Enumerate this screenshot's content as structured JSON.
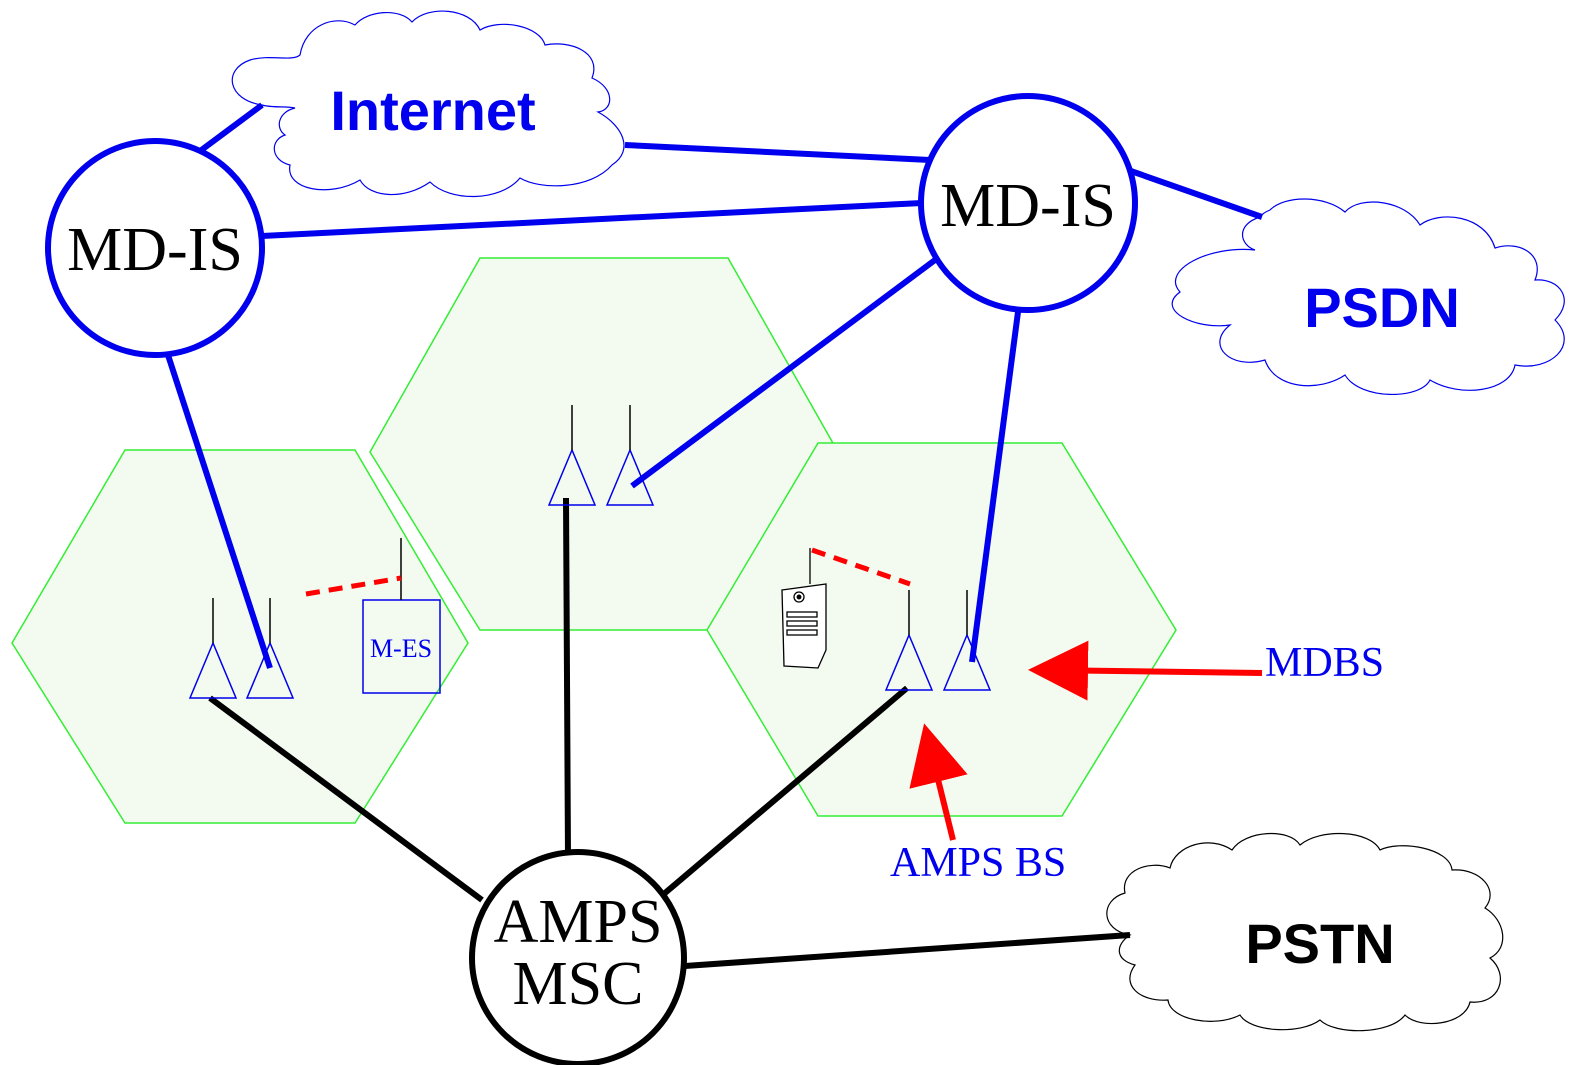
{
  "colors": {
    "blue": "#0000ee",
    "black": "#000000",
    "red": "#ff0000",
    "green": "#33ee33",
    "cell_fill": "#f3fbf1"
  },
  "nodes": {
    "mdis_left": "MD-IS",
    "mdis_right": "MD-IS",
    "amps_msc_line1": "AMPS",
    "amps_msc_line2": "MSC"
  },
  "clouds": {
    "internet": "Internet",
    "psdn": "PSDN",
    "pstn": "PSTN"
  },
  "devices": {
    "mobile_end_system": "M-ES"
  },
  "annotations": {
    "mdbs": "MDBS",
    "amps_bs": "AMPS BS"
  }
}
